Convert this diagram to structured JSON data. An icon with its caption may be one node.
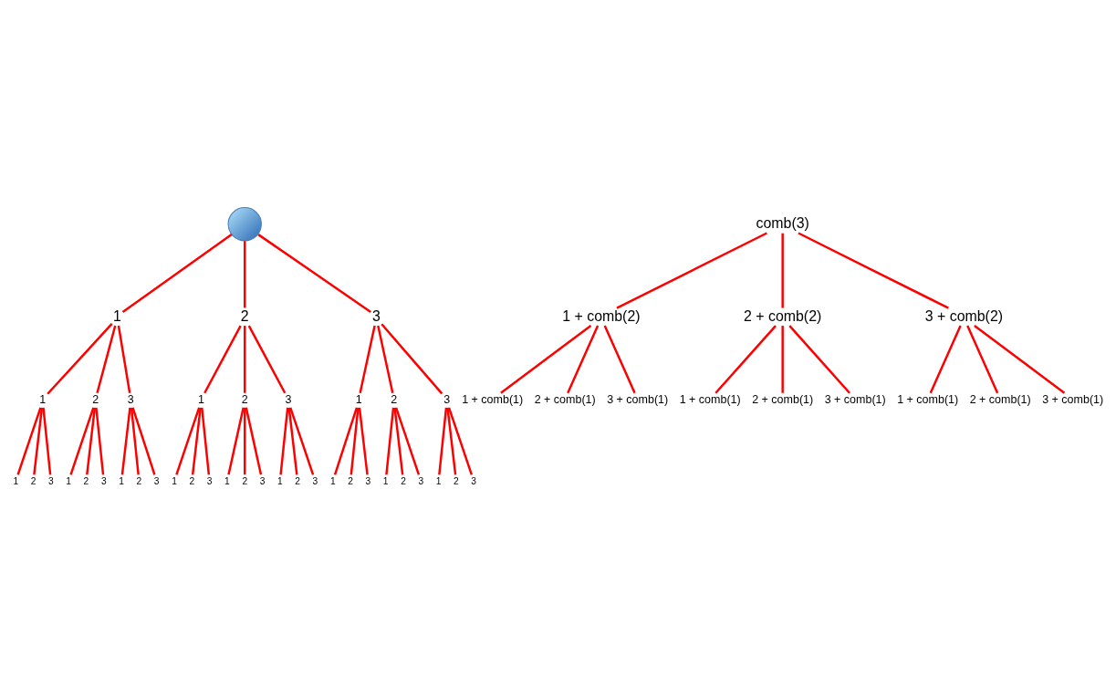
{
  "diagram": {
    "nodes": [
      {
        "text": [],
        "shape": "circle"
      },
      {
        "text": [
          "1"
        ]
      },
      {
        "text": [
          "2"
        ]
      },
      {
        "text": [
          "3"
        ]
      },
      {
        "text": [
          "1"
        ]
      },
      {
        "text": [
          "2"
        ]
      },
      {
        "text": [
          "3"
        ]
      },
      {
        "text": [
          "1"
        ]
      },
      {
        "text": [
          "2"
        ]
      },
      {
        "text": [
          "3"
        ]
      },
      {
        "text": [
          "1"
        ]
      },
      {
        "text": [
          "2"
        ]
      },
      {
        "text": [
          "3"
        ]
      },
      {
        "text": [
          "1"
        ]
      },
      {
        "text": [
          "2"
        ]
      },
      {
        "text": [
          "3"
        ]
      },
      {
        "text": [
          "1"
        ]
      },
      {
        "text": [
          "2"
        ]
      },
      {
        "text": [
          "3"
        ]
      },
      {
        "text": [
          "1"
        ]
      },
      {
        "text": [
          "2"
        ]
      },
      {
        "text": [
          "3"
        ]
      },
      {
        "text": [
          "1"
        ]
      },
      {
        "text": [
          "2"
        ]
      },
      {
        "text": [
          "3"
        ]
      },
      {
        "text": [
          "1"
        ]
      },
      {
        "text": [
          "2"
        ]
      },
      {
        "text": [
          "3"
        ]
      },
      {
        "text": [
          "1"
        ]
      },
      {
        "text": [
          "2"
        ]
      },
      {
        "text": [
          "3"
        ]
      },
      {
        "text": [
          "1"
        ]
      },
      {
        "text": [
          "2"
        ]
      },
      {
        "text": [
          "3"
        ]
      },
      {
        "text": [
          "1"
        ]
      },
      {
        "text": [
          "2"
        ]
      },
      {
        "text": [
          "3"
        ]
      },
      {
        "text": [
          "1"
        ]
      },
      {
        "text": [
          "2"
        ]
      },
      {
        "text": [
          "3"
        ]
      },
      {
        "text": [
          "comb(3)"
        ]
      },
      {
        "text": [
          "1 + comb(2)"
        ]
      },
      {
        "text": [
          "2 + comb(2)"
        ]
      },
      {
        "text": [
          "3 + comb(2)"
        ]
      },
      {
        "text": [
          "1 + comb(1)"
        ]
      },
      {
        "text": [
          "2 + comb(1)"
        ]
      },
      {
        "text": [
          "3 + comb(1)"
        ]
      },
      {
        "text": [
          "1 + comb(1)"
        ]
      },
      {
        "text": [
          "2 + comb(1)"
        ]
      },
      {
        "text": [
          "3 + comb(1)"
        ]
      },
      {
        "text": [
          "1 + comb(1)"
        ]
      },
      {
        "text": [
          "2 + comb(1)"
        ]
      },
      {
        "text": [
          "3 + comb(1)"
        ]
      }
    ],
    "edges": [
      {
        "from": 0,
        "to": 1,
        "arrow": "none"
      },
      {
        "from": 0,
        "to": 2,
        "arrow": "none"
      },
      {
        "from": 0,
        "to": 3,
        "arrow": "none"
      },
      {
        "from": 1,
        "to": 4,
        "arrow": "none"
      },
      {
        "from": 1,
        "to": 5,
        "arrow": "none"
      },
      {
        "from": 1,
        "to": 6,
        "arrow": "none"
      },
      {
        "from": 2,
        "to": 7,
        "arrow": "none"
      },
      {
        "from": 2,
        "to": 8,
        "arrow": "none"
      },
      {
        "from": 2,
        "to": 9,
        "arrow": "none"
      },
      {
        "from": 3,
        "to": 10,
        "arrow": "none"
      },
      {
        "from": 3,
        "to": 11,
        "arrow": "none"
      },
      {
        "from": 3,
        "to": 12,
        "arrow": "none"
      },
      {
        "from": 4,
        "to": 13,
        "arrow": "none"
      },
      {
        "from": 4,
        "to": 14,
        "arrow": "none"
      },
      {
        "from": 4,
        "to": 15,
        "arrow": "none"
      },
      {
        "from": 5,
        "to": 16,
        "arrow": "none"
      },
      {
        "from": 5,
        "to": 17,
        "arrow": "none"
      },
      {
        "from": 5,
        "to": 18,
        "arrow": "none"
      },
      {
        "from": 6,
        "to": 19,
        "arrow": "none"
      },
      {
        "from": 6,
        "to": 20,
        "arrow": "none"
      },
      {
        "from": 6,
        "to": 21,
        "arrow": "none"
      },
      {
        "from": 7,
        "to": 22,
        "arrow": "none"
      },
      {
        "from": 7,
        "to": 23,
        "arrow": "none"
      },
      {
        "from": 7,
        "to": 24,
        "arrow": "none"
      },
      {
        "from": 8,
        "to": 25,
        "arrow": "none"
      },
      {
        "from": 8,
        "to": 26,
        "arrow": "none"
      },
      {
        "from": 8,
        "to": 27,
        "arrow": "none"
      },
      {
        "from": 9,
        "to": 28,
        "arrow": "none"
      },
      {
        "from": 9,
        "to": 29,
        "arrow": "none"
      },
      {
        "from": 9,
        "to": 30,
        "arrow": "none"
      },
      {
        "from": 10,
        "to": 31,
        "arrow": "none"
      },
      {
        "from": 10,
        "to": 32,
        "arrow": "none"
      },
      {
        "from": 10,
        "to": 33,
        "arrow": "none"
      },
      {
        "from": 11,
        "to": 34,
        "arrow": "none"
      },
      {
        "from": 11,
        "to": 35,
        "arrow": "none"
      },
      {
        "from": 11,
        "to": 36,
        "arrow": "none"
      },
      {
        "from": 12,
        "to": 37,
        "arrow": "none"
      },
      {
        "from": 12,
        "to": 38,
        "arrow": "none"
      },
      {
        "from": 12,
        "to": 39,
        "arrow": "none"
      },
      {
        "from": 40,
        "to": 41,
        "arrow": "none"
      },
      {
        "from": 40,
        "to": 42,
        "arrow": "none"
      },
      {
        "from": 40,
        "to": 43,
        "arrow": "none"
      },
      {
        "from": 41,
        "to": 44,
        "arrow": "none"
      },
      {
        "from": 41,
        "to": 45,
        "arrow": "none"
      },
      {
        "from": 41,
        "to": 46,
        "arrow": "none"
      },
      {
        "from": 42,
        "to": 47,
        "arrow": "none"
      },
      {
        "from": 42,
        "to": 48,
        "arrow": "none"
      },
      {
        "from": 42,
        "to": 49,
        "arrow": "none"
      },
      {
        "from": 43,
        "to": 50,
        "arrow": "none"
      },
      {
        "from": 43,
        "to": 51,
        "arrow": "none"
      },
      {
        "from": 43,
        "to": 52,
        "arrow": "none"
      }
    ]
  }
}
